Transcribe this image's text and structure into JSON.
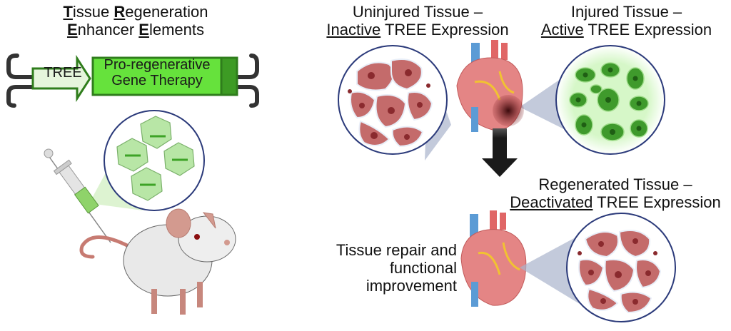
{
  "title": {
    "line1": [
      {
        "lead": "T",
        "rest": "issue "
      },
      {
        "lead": "R",
        "rest": "egeneration"
      }
    ],
    "line2": [
      {
        "lead": "E",
        "rest": "nhancer "
      },
      {
        "lead": "E",
        "rest": "lements"
      }
    ]
  },
  "construct": {
    "promoter_label": "TREE",
    "gene_label_line1": "Pro-regenerative",
    "gene_label_line2": "Gene Therapy"
  },
  "panels": {
    "uninjured": {
      "line1": "Uninjured Tissue –",
      "line2_underlined": "Inactive",
      "line2_rest": " TREE Expression"
    },
    "injured": {
      "line1": "Injured Tissue –",
      "line2_underlined": "Active",
      "line2_rest": " TREE Expression"
    },
    "regenerated": {
      "line1": "Regenerated Tissue –",
      "line2_underlined": "Deactivated",
      "line2_rest": " TREE Expression"
    },
    "outcome": {
      "line1": "Tissue repair and",
      "line2": "functional improvement"
    }
  },
  "colors": {
    "construct_green": "#66e23c",
    "construct_dark": "#2f7d1c",
    "promoter_fill": "#e6f5dc",
    "healthy_cell": "#c46b6b",
    "healthy_nucleus": "#8a2a2e",
    "active_cell": "#3f9a2c",
    "active_glow": "#b9f0a8",
    "circle_border": "#2b3a7a",
    "arrow": "#1a1a1a"
  },
  "icons": [
    "aav-capsid-icon",
    "syringe-icon",
    "mouse-icon",
    "heart-icon",
    "injured-heart-icon",
    "down-arrow-icon"
  ]
}
